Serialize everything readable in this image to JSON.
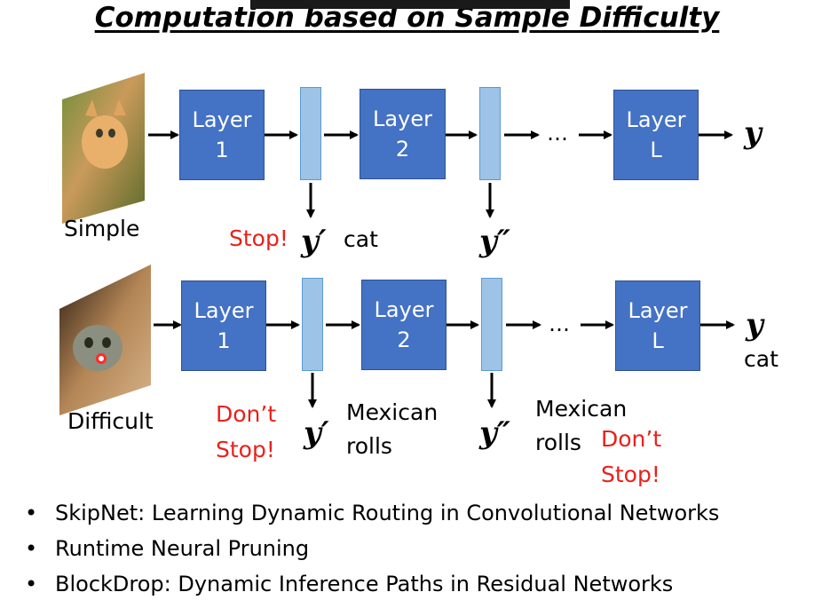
{
  "title": "Computation based on Sample Difficulty",
  "rows": [
    {
      "sample_label": "Simple",
      "image_desc": "kitten-photo",
      "layers": [
        {
          "line1": "Layer",
          "line2": "1"
        },
        {
          "line1": "Layer",
          "line2": "2"
        },
        {
          "line1": "Layer",
          "line2": "L"
        }
      ],
      "ellipsis": "…",
      "final_output": "y",
      "final_output_caption": "",
      "exit1": {
        "status": "Stop!",
        "output": "y′",
        "prediction": "cat"
      },
      "exit2": {
        "status": "",
        "output": "y″",
        "prediction": ""
      }
    },
    {
      "sample_label": "Difficult",
      "image_desc": "cat-in-paper-roll-photo",
      "layers": [
        {
          "line1": "Layer",
          "line2": "1"
        },
        {
          "line1": "Layer",
          "line2": "2"
        },
        {
          "line1": "Layer",
          "line2": "L"
        }
      ],
      "ellipsis": "…",
      "final_output": "y",
      "final_output_caption": "cat",
      "exit1": {
        "status_line1": "Don’t",
        "status_line2": "Stop!",
        "output": "y′",
        "prediction_line1": "Mexican",
        "prediction_line2": "rolls"
      },
      "exit2": {
        "status_line1": "Don’t",
        "status_line2": "Stop!",
        "output": "y″",
        "prediction_line1": "Mexican",
        "prediction_line2": "rolls"
      }
    }
  ],
  "references": [
    "SkipNet: Learning Dynamic Routing in Convolutional Networks",
    "Runtime Neural Pruning",
    "BlockDrop: Dynamic Inference Paths in Residual Networks"
  ],
  "colors": {
    "layer": "#4472c4",
    "exit_bar": "#9dc3e6",
    "highlight_text": "#e8211a"
  }
}
